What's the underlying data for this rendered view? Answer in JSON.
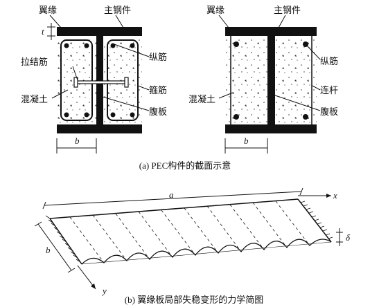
{
  "left_section": {
    "flange_label": "翼缘",
    "main_steel_label": "主钢件",
    "t_label": "t",
    "tie_bar_label": "拉结筋",
    "longitudinal_bar_label": "纵筋",
    "stirrup_label": "箍筋",
    "concrete_label": "混凝土",
    "web_label": "腹板",
    "b_label": "b"
  },
  "right_section": {
    "flange_label": "翼缘",
    "main_steel_label": "主钢件",
    "longitudinal_bar_label": "纵筋",
    "link_rod_label": "连杆",
    "concrete_label": "混凝土",
    "web_label": "腹板",
    "b_label": "b"
  },
  "caption_a": "(a) PEC构件的截面示意",
  "plate_diagram": {
    "a_label": "a",
    "x_label": "x",
    "y_label": "y",
    "b_label": "b",
    "delta_label": "δ"
  },
  "caption_b": "(b) 翼缘板局部失稳变形的力学简图"
}
